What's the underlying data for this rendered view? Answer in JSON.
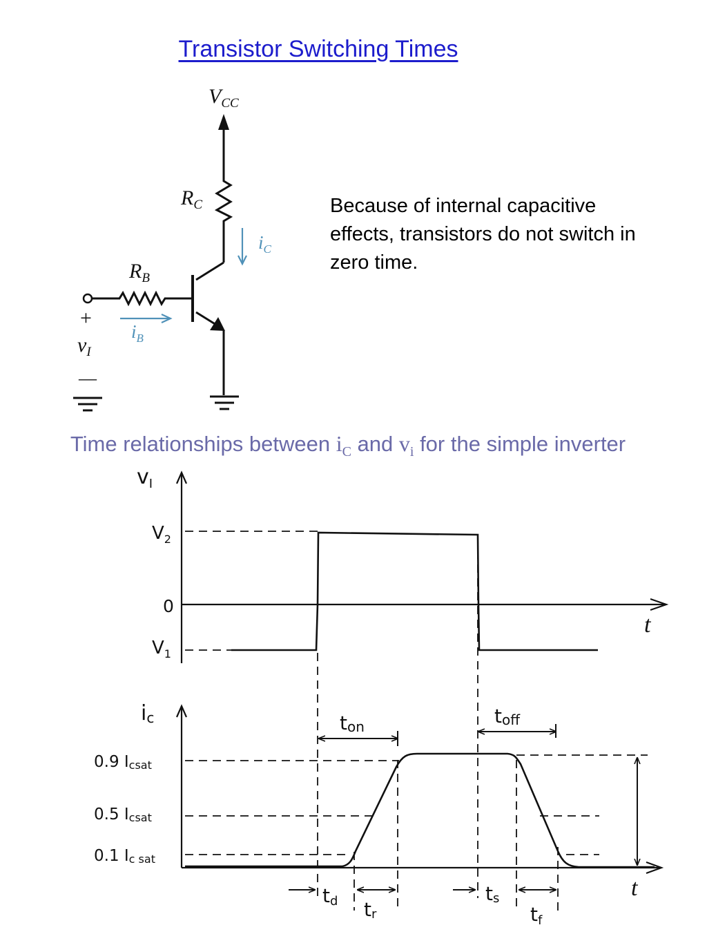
{
  "title": "Transistor Switching Times",
  "note": "Because of internal capacitive effects, transistors do not switch in zero time.",
  "caption": {
    "before": "Time relationships between ",
    "ic_sym": "i",
    "ic_sub": "C",
    "middle": " and ",
    "vi_sym": "v",
    "vi_sub": "i",
    "after": " for the simple inverter"
  },
  "circuit": {
    "vcc": "V",
    "vcc_sub": "CC",
    "rc": "R",
    "rc_sub": "C",
    "rb": "R",
    "rb_sub": "B",
    "ic": "i",
    "ic_sub": "C",
    "ib": "i",
    "ib_sub": "B",
    "plus": "+",
    "vi": "v",
    "vi_sub": "I",
    "minus": "—"
  },
  "waveforms": {
    "vi_axis": "v",
    "vi_axis_sub": "I",
    "v2": "V",
    "v2_sub": "2",
    "zero": "0",
    "v1": "V",
    "v1_sub": "1",
    "t_axis": "t",
    "ic_axis": "i",
    "ic_axis_sub": "c",
    "level_09": "0.9 I",
    "level_09_sub": "csat",
    "level_05": "0.5 I",
    "level_05_sub": "csat",
    "level_01": "0.1 I",
    "level_01_sub": "c sat",
    "ton": "t",
    "ton_sub": "on",
    "toff": "t",
    "toff_sub": "off",
    "td": "t",
    "td_sub": "d",
    "tr": "t",
    "tr_sub": "r",
    "ts": "t",
    "ts_sub": "s",
    "tf": "t",
    "tf_sub": "f"
  },
  "colors": {
    "title": "#1c1ccc",
    "caption": "#6a6aa8",
    "current_arrows": "#4f91b8"
  }
}
